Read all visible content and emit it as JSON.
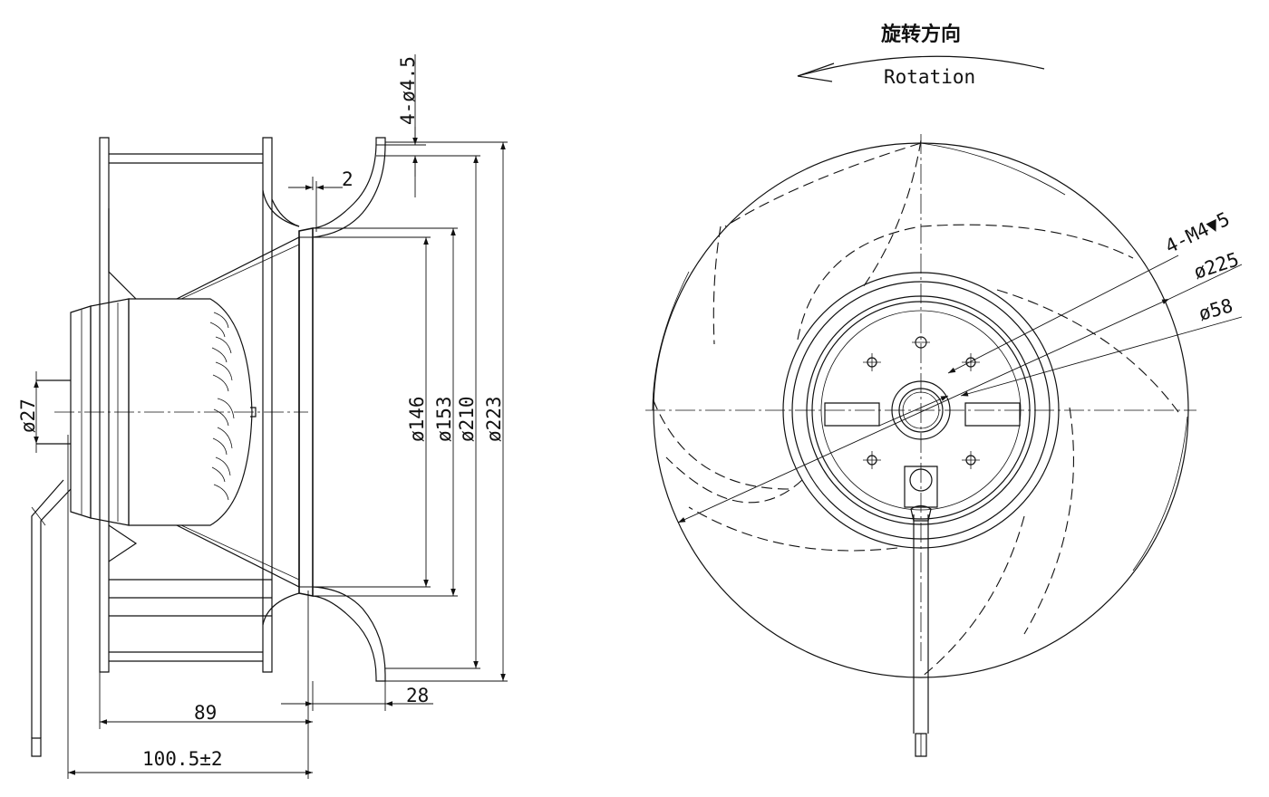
{
  "side_view": {
    "dims": {
      "d27": "ø27",
      "d146": "ø146",
      "d153": "ø153",
      "d210": "ø210",
      "d223": "ø223",
      "holes": "4-ø4.5",
      "gap": "2",
      "depth_28": "28",
      "len_89": "89",
      "len_total": "100.5±2"
    }
  },
  "front_view": {
    "rotation_cn": "旋转方向",
    "rotation_en": "Rotation",
    "dims": {
      "thread": "4-M4▼5",
      "d225": "ø225",
      "d58": "ø58"
    }
  }
}
